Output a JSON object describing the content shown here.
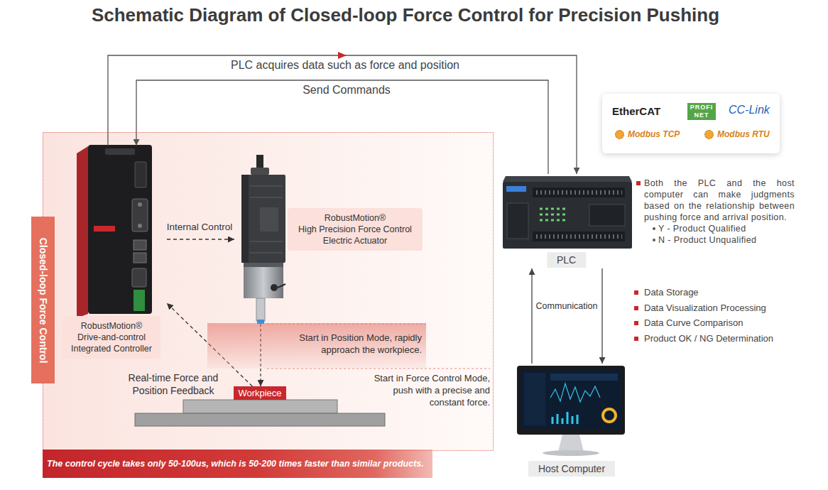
{
  "diagram": {
    "title": "Schematic Diagram of Closed-loop Force Control for Precision Pushing",
    "nodes": [
      {
        "text": [
          "Closed-loop Force Control"
        ]
      },
      {
        "text": [
          "RobustMotion®",
          "Drive-and-control Integrated Controller"
        ],
        "in": 0
      },
      {
        "text": [
          "RobustMotion®",
          "High Precision Force Control Electric Actuator"
        ],
        "in": 0
      },
      {
        "text": [
          "Start in Position Mode, rapidly approach the workpiece."
        ],
        "in": 0
      },
      {
        "text": [
          "Workpiece"
        ],
        "in": 0
      },
      {
        "text": [
          "EtherCAT",
          "PROFI NET",
          "CC-Link",
          "Modbus TCP",
          "Modbus RTU"
        ]
      },
      {
        "text": [
          "PLC"
        ]
      },
      {
        "text": [
          "Host Computer"
        ]
      },
      {
        "text": [
          "The control cycle takes only 50-100us, which is 50-200 times faster than similar products."
        ]
      }
    ],
    "edges": [
      {
        "from": 1,
        "to": 6,
        "label": "PLC acquires data such as force and position",
        "arrow": "to"
      },
      {
        "from": 6,
        "to": 1,
        "label": "Send Commands",
        "arrow": "to"
      },
      {
        "from": 1,
        "to": 2,
        "label": "Internal Control",
        "arrow": "to"
      },
      {
        "from": 2,
        "to": 4,
        "arrow": "to"
      },
      {
        "from": 4,
        "to": 1,
        "label": "Real-time Force and Position Feedback",
        "arrow": "to"
      },
      {
        "from": 7,
        "to": 6,
        "label": "Communication",
        "arrow": "to"
      },
      {
        "from": 6,
        "to": 7,
        "arrow": "to"
      }
    ],
    "labels": [
      "Start in Force Control Mode, push with a precise and constant force.",
      "Both the PLC and the host computer can make judgments based on the relationship between pushing force and arrival position.",
      "Y - Product Qualified",
      "N - Product Unqualified",
      "Data Storage",
      "Data Visualization Processing",
      "Data Curve Comparison",
      "Product OK / NG Determination"
    ]
  }
}
